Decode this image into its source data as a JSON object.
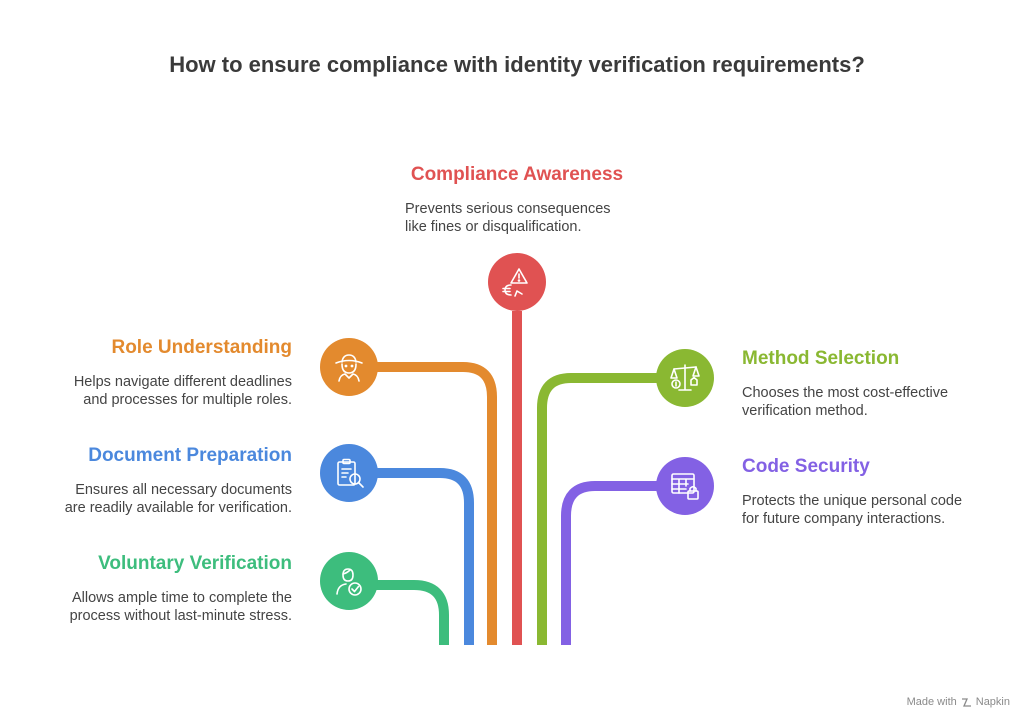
{
  "title": "How to ensure compliance with identity verification requirements?",
  "colors": {
    "red": "#e05252",
    "orange": "#e38a2e",
    "blue": "#4b88dd",
    "green": "#3dbd7d",
    "lime": "#8ab832",
    "purple": "#8361e4"
  },
  "nodes": {
    "compliance": {
      "title": "Compliance Awareness",
      "description": "Prevents serious consequences\nlike fines or disqualification.",
      "icon": "euro-warning-icon"
    },
    "role": {
      "title": "Role Understanding",
      "description": "Helps navigate different deadlines\nand processes for multiple roles.",
      "icon": "person-hat-icon"
    },
    "document": {
      "title": "Document Preparation",
      "description": "Ensures all necessary documents\nare readily available for verification.",
      "icon": "clipboard-search-icon"
    },
    "voluntary": {
      "title": "Voluntary Verification",
      "description": "Allows ample time to complete the\nprocess without last-minute stress.",
      "icon": "user-check-icon"
    },
    "method": {
      "title": "Method Selection",
      "description": "Chooses the most cost-effective\nverification method.",
      "icon": "balance-scale-icon"
    },
    "code": {
      "title": "Code Security",
      "description": "Protects the unique personal code\nfor future company interactions.",
      "icon": "table-lock-icon"
    }
  },
  "footer": {
    "made_with": "Made with",
    "brand": "Napkin"
  }
}
